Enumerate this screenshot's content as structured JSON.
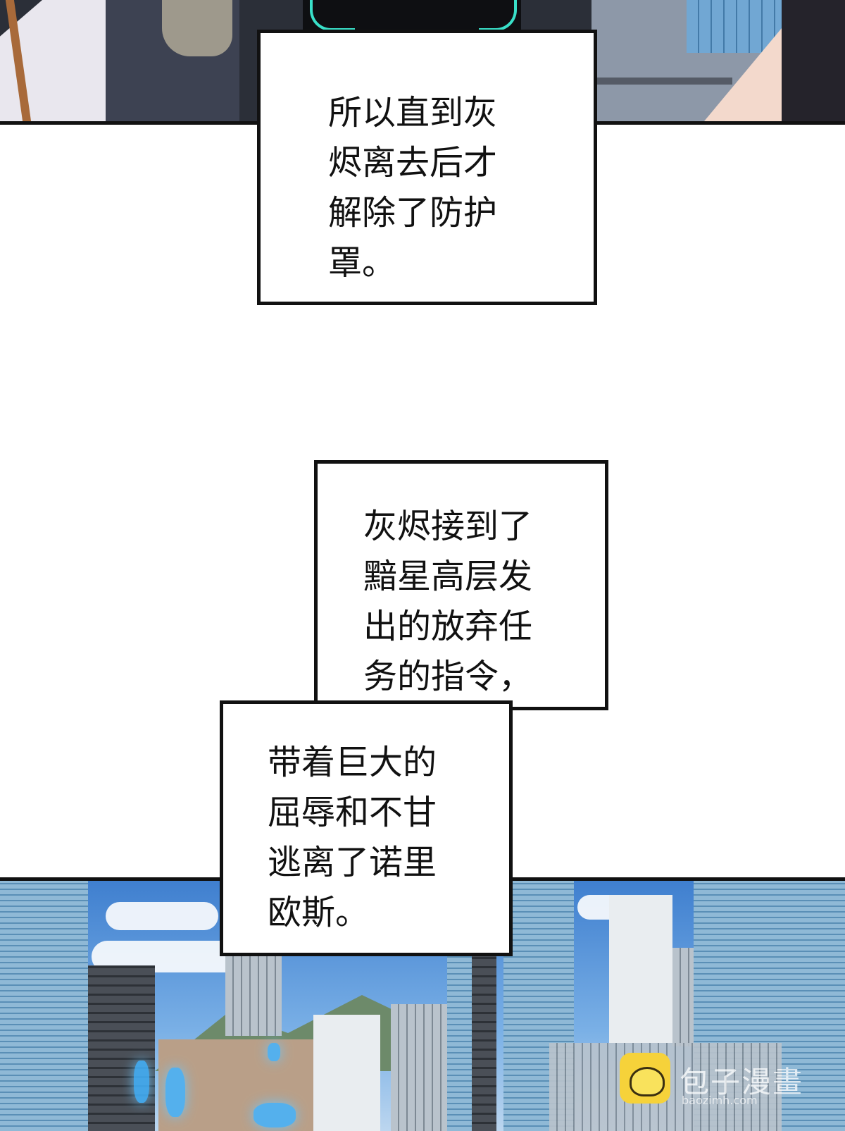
{
  "captions": [
    {
      "text": "所以直到灰\n烬离去后才\n解除了防护\n罩。"
    },
    {
      "text": "灰烬接到了\n黯星高层发\n出的放弃任\n务的指令，"
    },
    {
      "text": "带着巨大的\n屈辱和不甘\n逃离了诺里\n欧斯。"
    }
  ],
  "watermark": {
    "brand": "包子漫畫",
    "site": "baozimh.com"
  },
  "colors": {
    "panel_border": "#111111",
    "sky": "#3f7fcf",
    "energy_glow": "#39e0c9"
  }
}
